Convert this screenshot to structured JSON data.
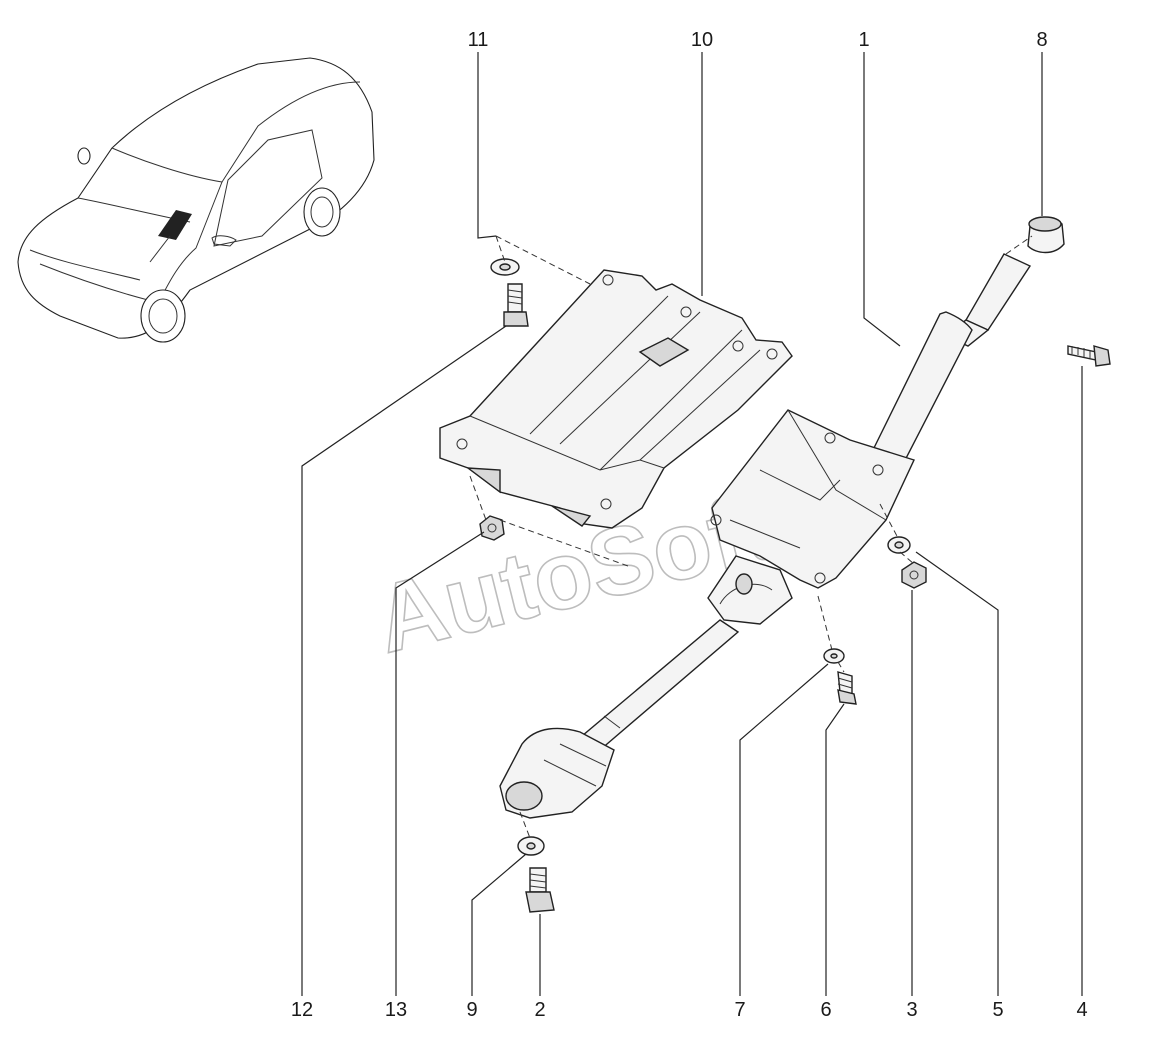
{
  "diagram": {
    "watermark": "AutoSoft",
    "callouts": {
      "c1": "1",
      "c2": "2",
      "c3": "3",
      "c4": "4",
      "c5": "5",
      "c6": "6",
      "c7": "7",
      "c8": "8",
      "c9": "9",
      "c10": "10",
      "c11": "11",
      "c12": "12",
      "c13": "13"
    }
  }
}
